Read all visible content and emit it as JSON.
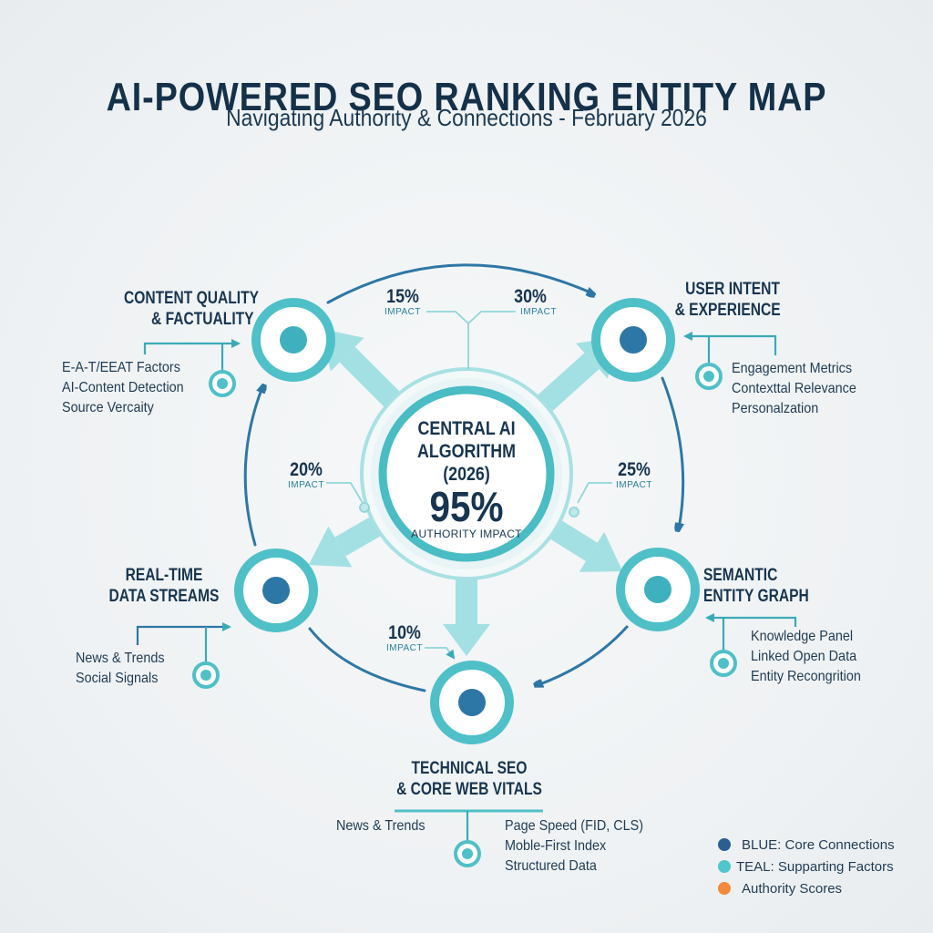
{
  "header": {
    "title": "AI-POWERED SEO RANKING ENTITY MAP",
    "subtitle": "Navigating Authority & Connections - February 2026"
  },
  "colors": {
    "blue": "#2d77a6",
    "teal": "#4fc0c8",
    "teal_light": "#9fdde2",
    "orange": "#f28a3a",
    "navy_text": "#163450"
  },
  "center": {
    "title_line1": "CENTRAL AI",
    "title_line2": "ALGORITHM",
    "title_line3": "(2026)",
    "value": "95%",
    "value_label": "AUTHORITY IMPACT"
  },
  "impacts": [
    {
      "id": "content",
      "value": "15%",
      "label": "IMPACT"
    },
    {
      "id": "user",
      "value": "30%",
      "label": "IMPACT"
    },
    {
      "id": "realtime",
      "value": "20%",
      "label": "IMPACT"
    },
    {
      "id": "semantic",
      "value": "25%",
      "label": "IMPACT"
    },
    {
      "id": "technical",
      "value": "10%",
      "label": "IMPACT"
    }
  ],
  "nodes": [
    {
      "id": "content-quality",
      "title_line1": "CONTENT QUALITY",
      "title_line2": "& FACTUALITY",
      "core_color": "teal",
      "factors": [
        "E-A-T/EEAT Factors",
        "AI-Content Detection",
        "Source Vercaity"
      ]
    },
    {
      "id": "user-intent",
      "title_line1": "USER INTENT",
      "title_line2": "& EXPERIENCE",
      "core_color": "blue",
      "factors": [
        "Engagement Metrics",
        "Contexttal Relevance",
        "Personalzation"
      ]
    },
    {
      "id": "real-time",
      "title_line1": "REAL-TIME",
      "title_line2": "DATA STREAMS",
      "core_color": "blue",
      "factors": [
        "News & Trends",
        "Social Signals"
      ]
    },
    {
      "id": "semantic",
      "title_line1": "SEMANTIC",
      "title_line2": "ENTITY GRAPH",
      "core_color": "teal",
      "factors": [
        "Knowledge Panel",
        "Linked Open Data",
        "Entity Recongrition"
      ]
    },
    {
      "id": "technical",
      "title_line1": "TECHNICAL SEO",
      "title_line2": "& CORE WEB VITALS",
      "core_color": "blue",
      "factors_left": [
        "News & Trends"
      ],
      "factors": [
        "Page Speed (FID, CLS)",
        "Moble-First Index",
        "Structured Data"
      ]
    }
  ],
  "legend": [
    {
      "label": "BLUE: Core Connections",
      "color": "#2b5f92"
    },
    {
      "label": "TEAL: Supparting Factors",
      "color": "#4fc6cb"
    },
    {
      "label": "Authority Scores",
      "color": "#f28a3a"
    }
  ]
}
